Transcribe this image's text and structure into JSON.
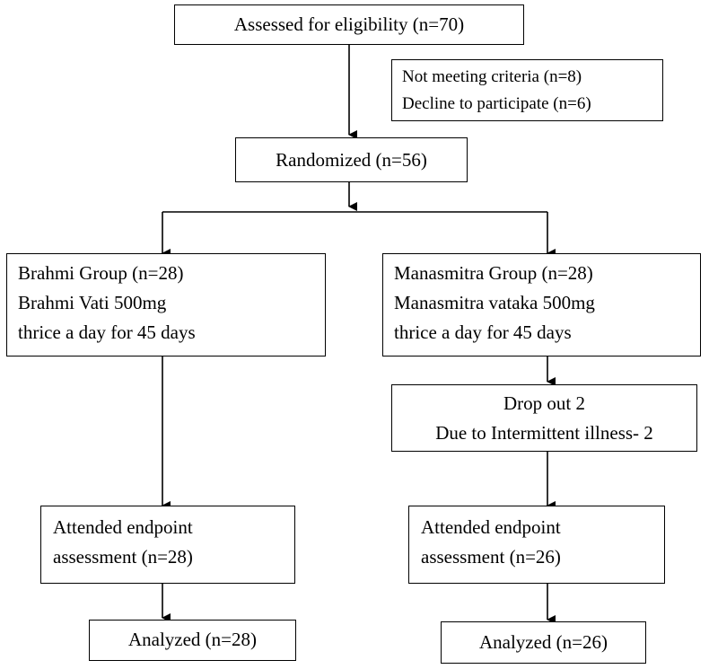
{
  "flowchart": {
    "assessed": "Assessed for eligibility  (n=70)",
    "excluded": {
      "line1": "Not meeting  criteria  (n=8)",
      "line2": "Decline  to participate  (n=6)"
    },
    "randomized": "Randomized (n=56)",
    "brahmi_group": {
      "line1": "Brahmi Group (n=28)",
      "line2": "Brahmi Vati 500mg",
      "line3": "thrice a day for 45 days"
    },
    "manasmitra_group": {
      "line1": "Manasmitra Group (n=28)",
      "line2": "Manasmitra vataka  500mg",
      "line3": "thrice a day for 45 days"
    },
    "dropout": {
      "line1": "Drop out 2",
      "line2": "Due to Intermittent illness- 2"
    },
    "brahmi_endpoint": {
      "line1": "Attended endpoint",
      "line2": "assessment (n=28)"
    },
    "manasmitra_endpoint": {
      "line1": "Attended endpoint",
      "line2": "assessment (n=26)"
    },
    "brahmi_analyzed": "Analyzed (n=28)",
    "manasmitra_analyzed": "Analyzed (n=26)"
  }
}
